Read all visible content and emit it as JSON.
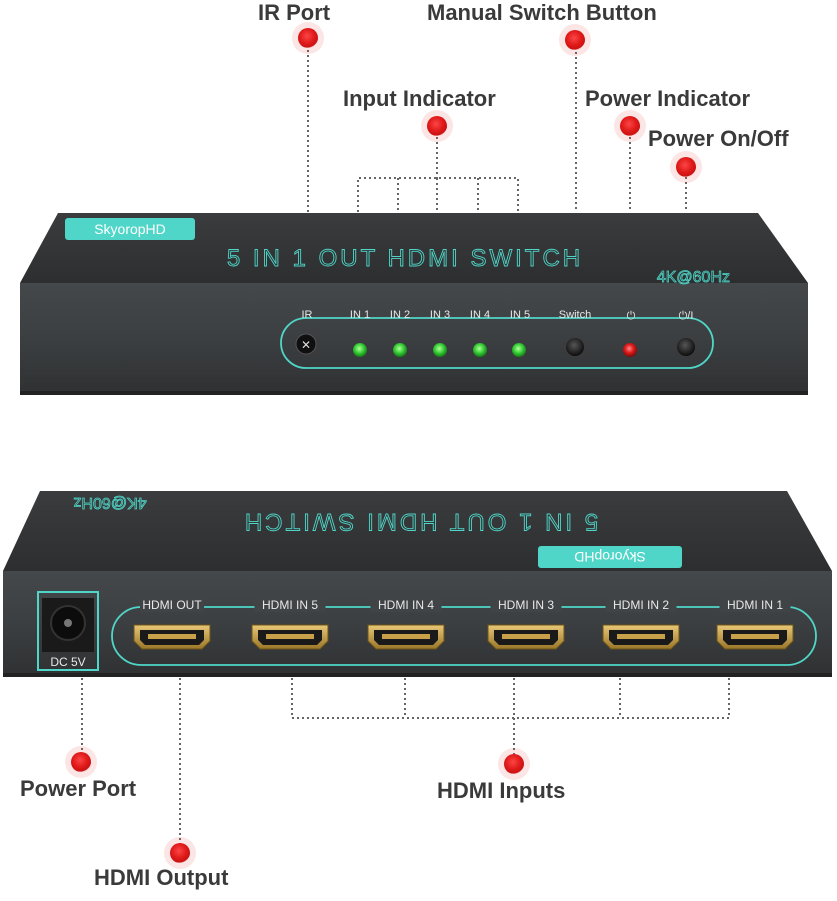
{
  "callouts": {
    "ir_port": "IR Port",
    "manual_switch_button": "Manual Switch Button",
    "input_indicator": "Input Indicator",
    "power_indicator": "Power Indicator",
    "power_on_off": "Power On/Off",
    "power_port": "Power Port",
    "hdmi_inputs": "HDMI Inputs",
    "hdmi_output": "HDMI Output"
  },
  "front_panel": {
    "brand": "SkyoropHD",
    "model": "5 IN 1 OUT HDMI SWITCH",
    "resolution": "4K@60Hz",
    "labels": {
      "ir": "IR",
      "in1": "IN 1",
      "in2": "IN 2",
      "in3": "IN 3",
      "in4": "IN 4",
      "in5": "IN 5",
      "switch": "Switch",
      "power_indicator_symbol": "⏻",
      "power_switch_symbol": "⏻/I"
    }
  },
  "back_panel": {
    "brand": "SkyoropHD",
    "model": "5 IN 1 OUT HDMI SWITCH",
    "resolution": "4K@60Hz",
    "dc_label": "DC 5V",
    "ports": [
      "HDMI OUT",
      "HDMI IN 5",
      "HDMI IN 4",
      "HDMI IN 3",
      "HDMI IN 2",
      "HDMI IN 1"
    ]
  },
  "colors": {
    "body": "#3b3d3f",
    "accent": "#4fd6c8",
    "led_green": "#3cd43c",
    "led_red": "#e01c1c",
    "marker": "#e02020",
    "connector_gold": "#c9a04a"
  }
}
